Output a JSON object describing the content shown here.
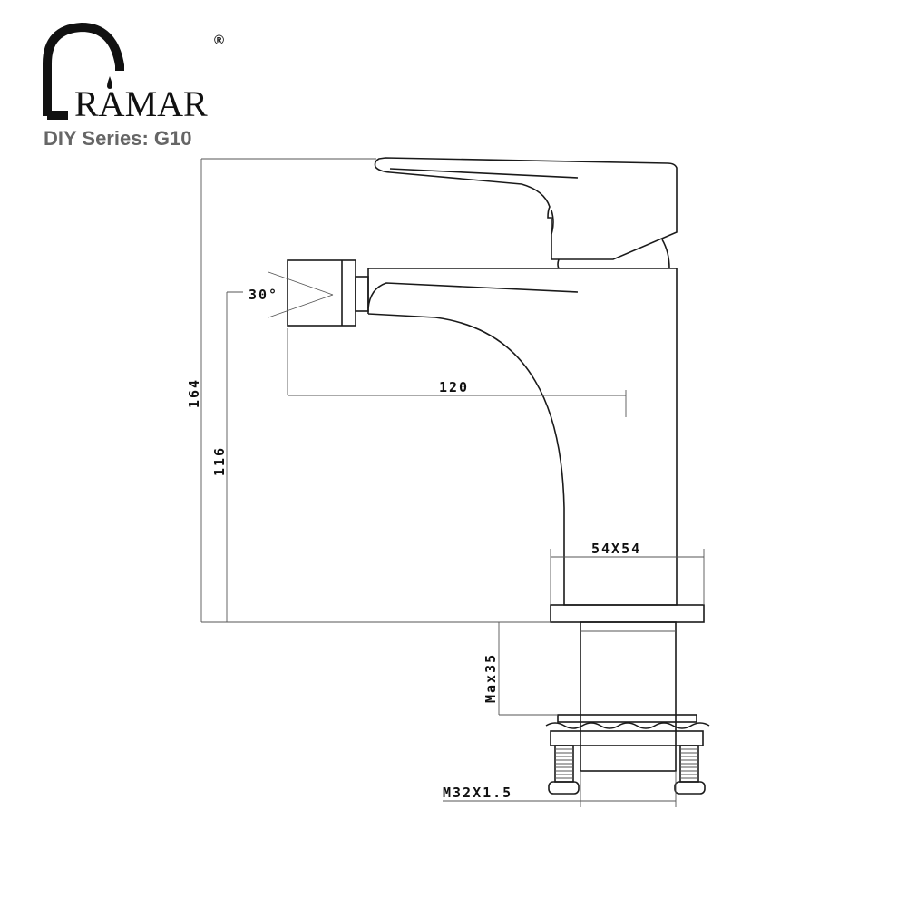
{
  "logo": {
    "brand": "RAMAR",
    "registered": "®",
    "series": "DIY Series: G10"
  },
  "dimensions": {
    "total_height": "164",
    "spout_height": "116",
    "spout_reach": "120",
    "spray_angle": "30°",
    "body_section": "54X54",
    "max_deck_thickness": "Max35",
    "thread": "M32X1.5"
  },
  "colors": {
    "line": "#1a1a1a",
    "series_text": "#666666"
  }
}
